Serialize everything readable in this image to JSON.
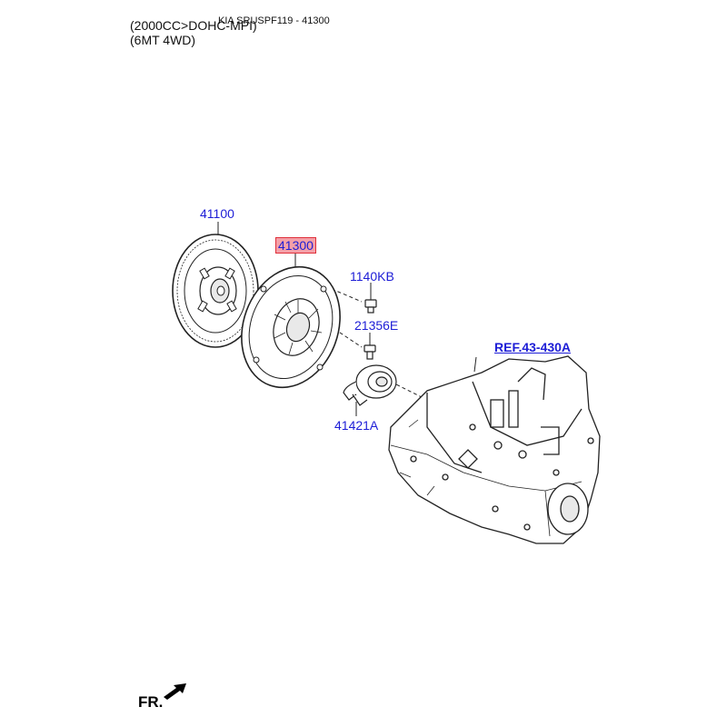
{
  "header": {
    "line1": "(2000CC>DOHC-MPI)",
    "model_code": "KIA SRUSPF119 - 41300",
    "line2": "(6MT 4WD)"
  },
  "parts": {
    "disc": "41100",
    "cover": "41300",
    "bolt": "1140KB",
    "screw": "21356E",
    "bearing": "41421A",
    "ref": "REF.43-430A"
  },
  "direction": {
    "label": "FR."
  },
  "colors": {
    "callout": "#1d1dd6",
    "highlight_fill": "#f4a0a8",
    "highlight_border": "#e0303a",
    "line": "#222222"
  }
}
